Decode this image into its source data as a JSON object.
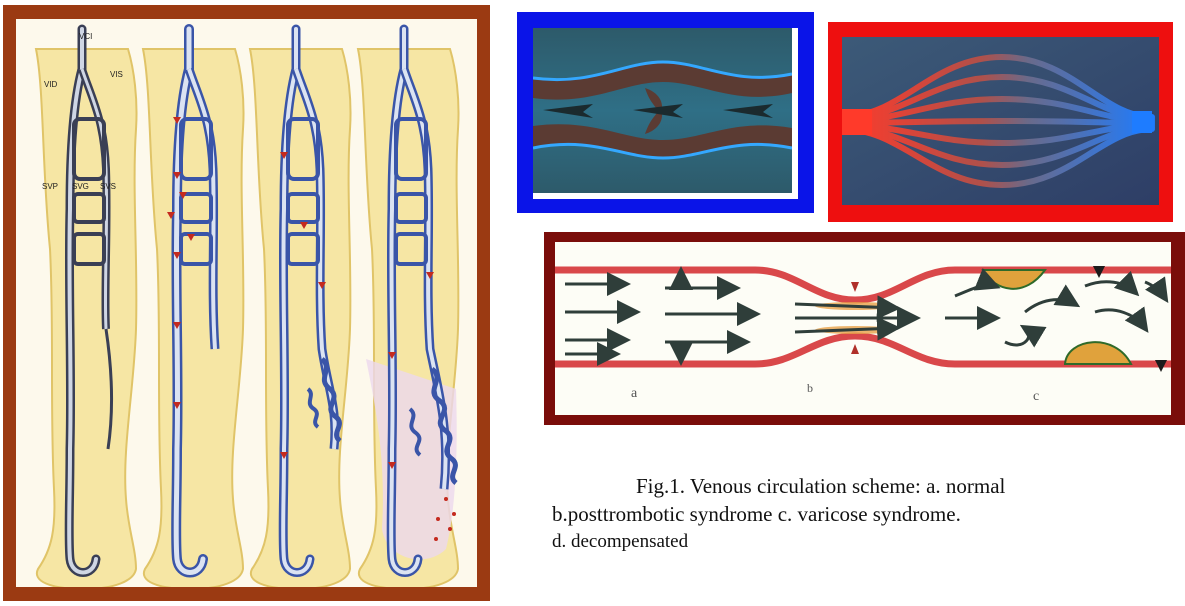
{
  "legs_panel": {
    "labels": {
      "vci": "VCI",
      "vid": "VID",
      "vis": "VIS",
      "svp": "SVP",
      "svg": "SVG",
      "svs": "SVS"
    }
  },
  "flow_panel": {
    "labels": {
      "a": "a",
      "b": "b",
      "c": "c"
    }
  },
  "caption": {
    "line1": "Fig.1. Venous circulation scheme: a. normal",
    "line2": "b.posttrombotic syndrome  c. varicose syndrome.",
    "line3": "d. decompensated"
  },
  "colors": {
    "legs_frame": "#9b3a12",
    "valve_frame": "#0a14e8",
    "capillary_frame": "#ee0f0f",
    "flow_frame": "#7a0d0a",
    "leg_fill": "#f6e6a4",
    "vein_blue": "#3a55a8",
    "arrow_red": "#c42a1e"
  }
}
